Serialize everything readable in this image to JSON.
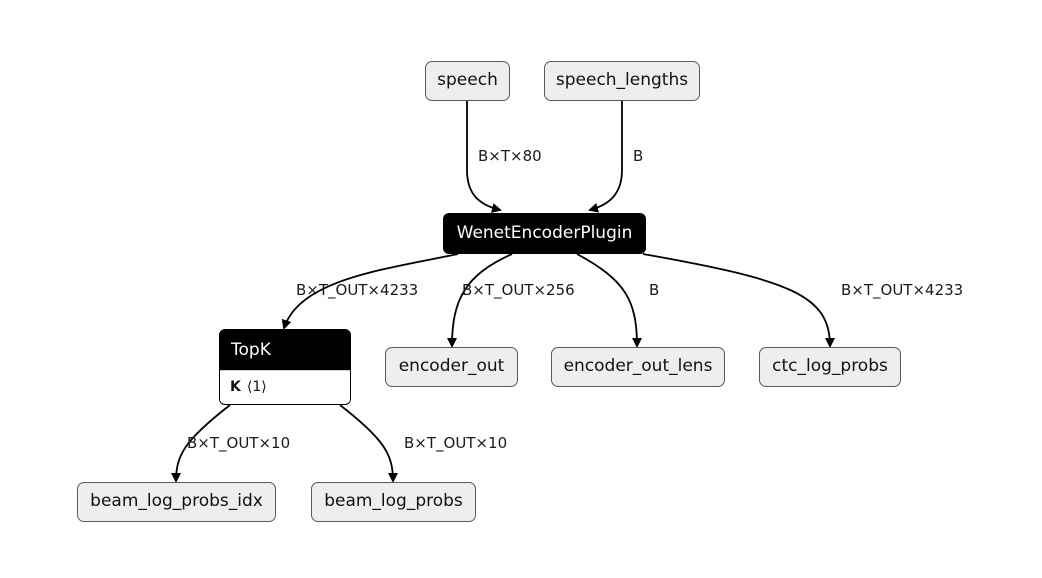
{
  "graph": {
    "inputs": {
      "speech": "speech",
      "speech_lengths": "speech_lengths"
    },
    "operators": {
      "encoder": {
        "name": "WenetEncoderPlugin"
      },
      "topk": {
        "name": "TopK",
        "attr_name": "K",
        "attr_value": "⟨1⟩"
      }
    },
    "outputs": {
      "encoder_out": "encoder_out",
      "encoder_out_lens": "encoder_out_lens",
      "ctc_log_probs": "ctc_log_probs",
      "beam_log_probs_idx": "beam_log_probs_idx",
      "beam_log_probs": "beam_log_probs"
    },
    "edges": {
      "speech_to_encoder": "B×T×80",
      "lengths_to_encoder": "B",
      "encoder_to_topk": "B×T_OUT×4233",
      "encoder_to_encoder_out": "B×T_OUT×256",
      "encoder_to_encoder_out_lens": "B",
      "encoder_to_ctc_log_probs": "B×T_OUT×4233",
      "topk_to_beam_log_probs_idx": "B×T_OUT×10",
      "topk_to_beam_log_probs": "B×T_OUT×10"
    }
  }
}
